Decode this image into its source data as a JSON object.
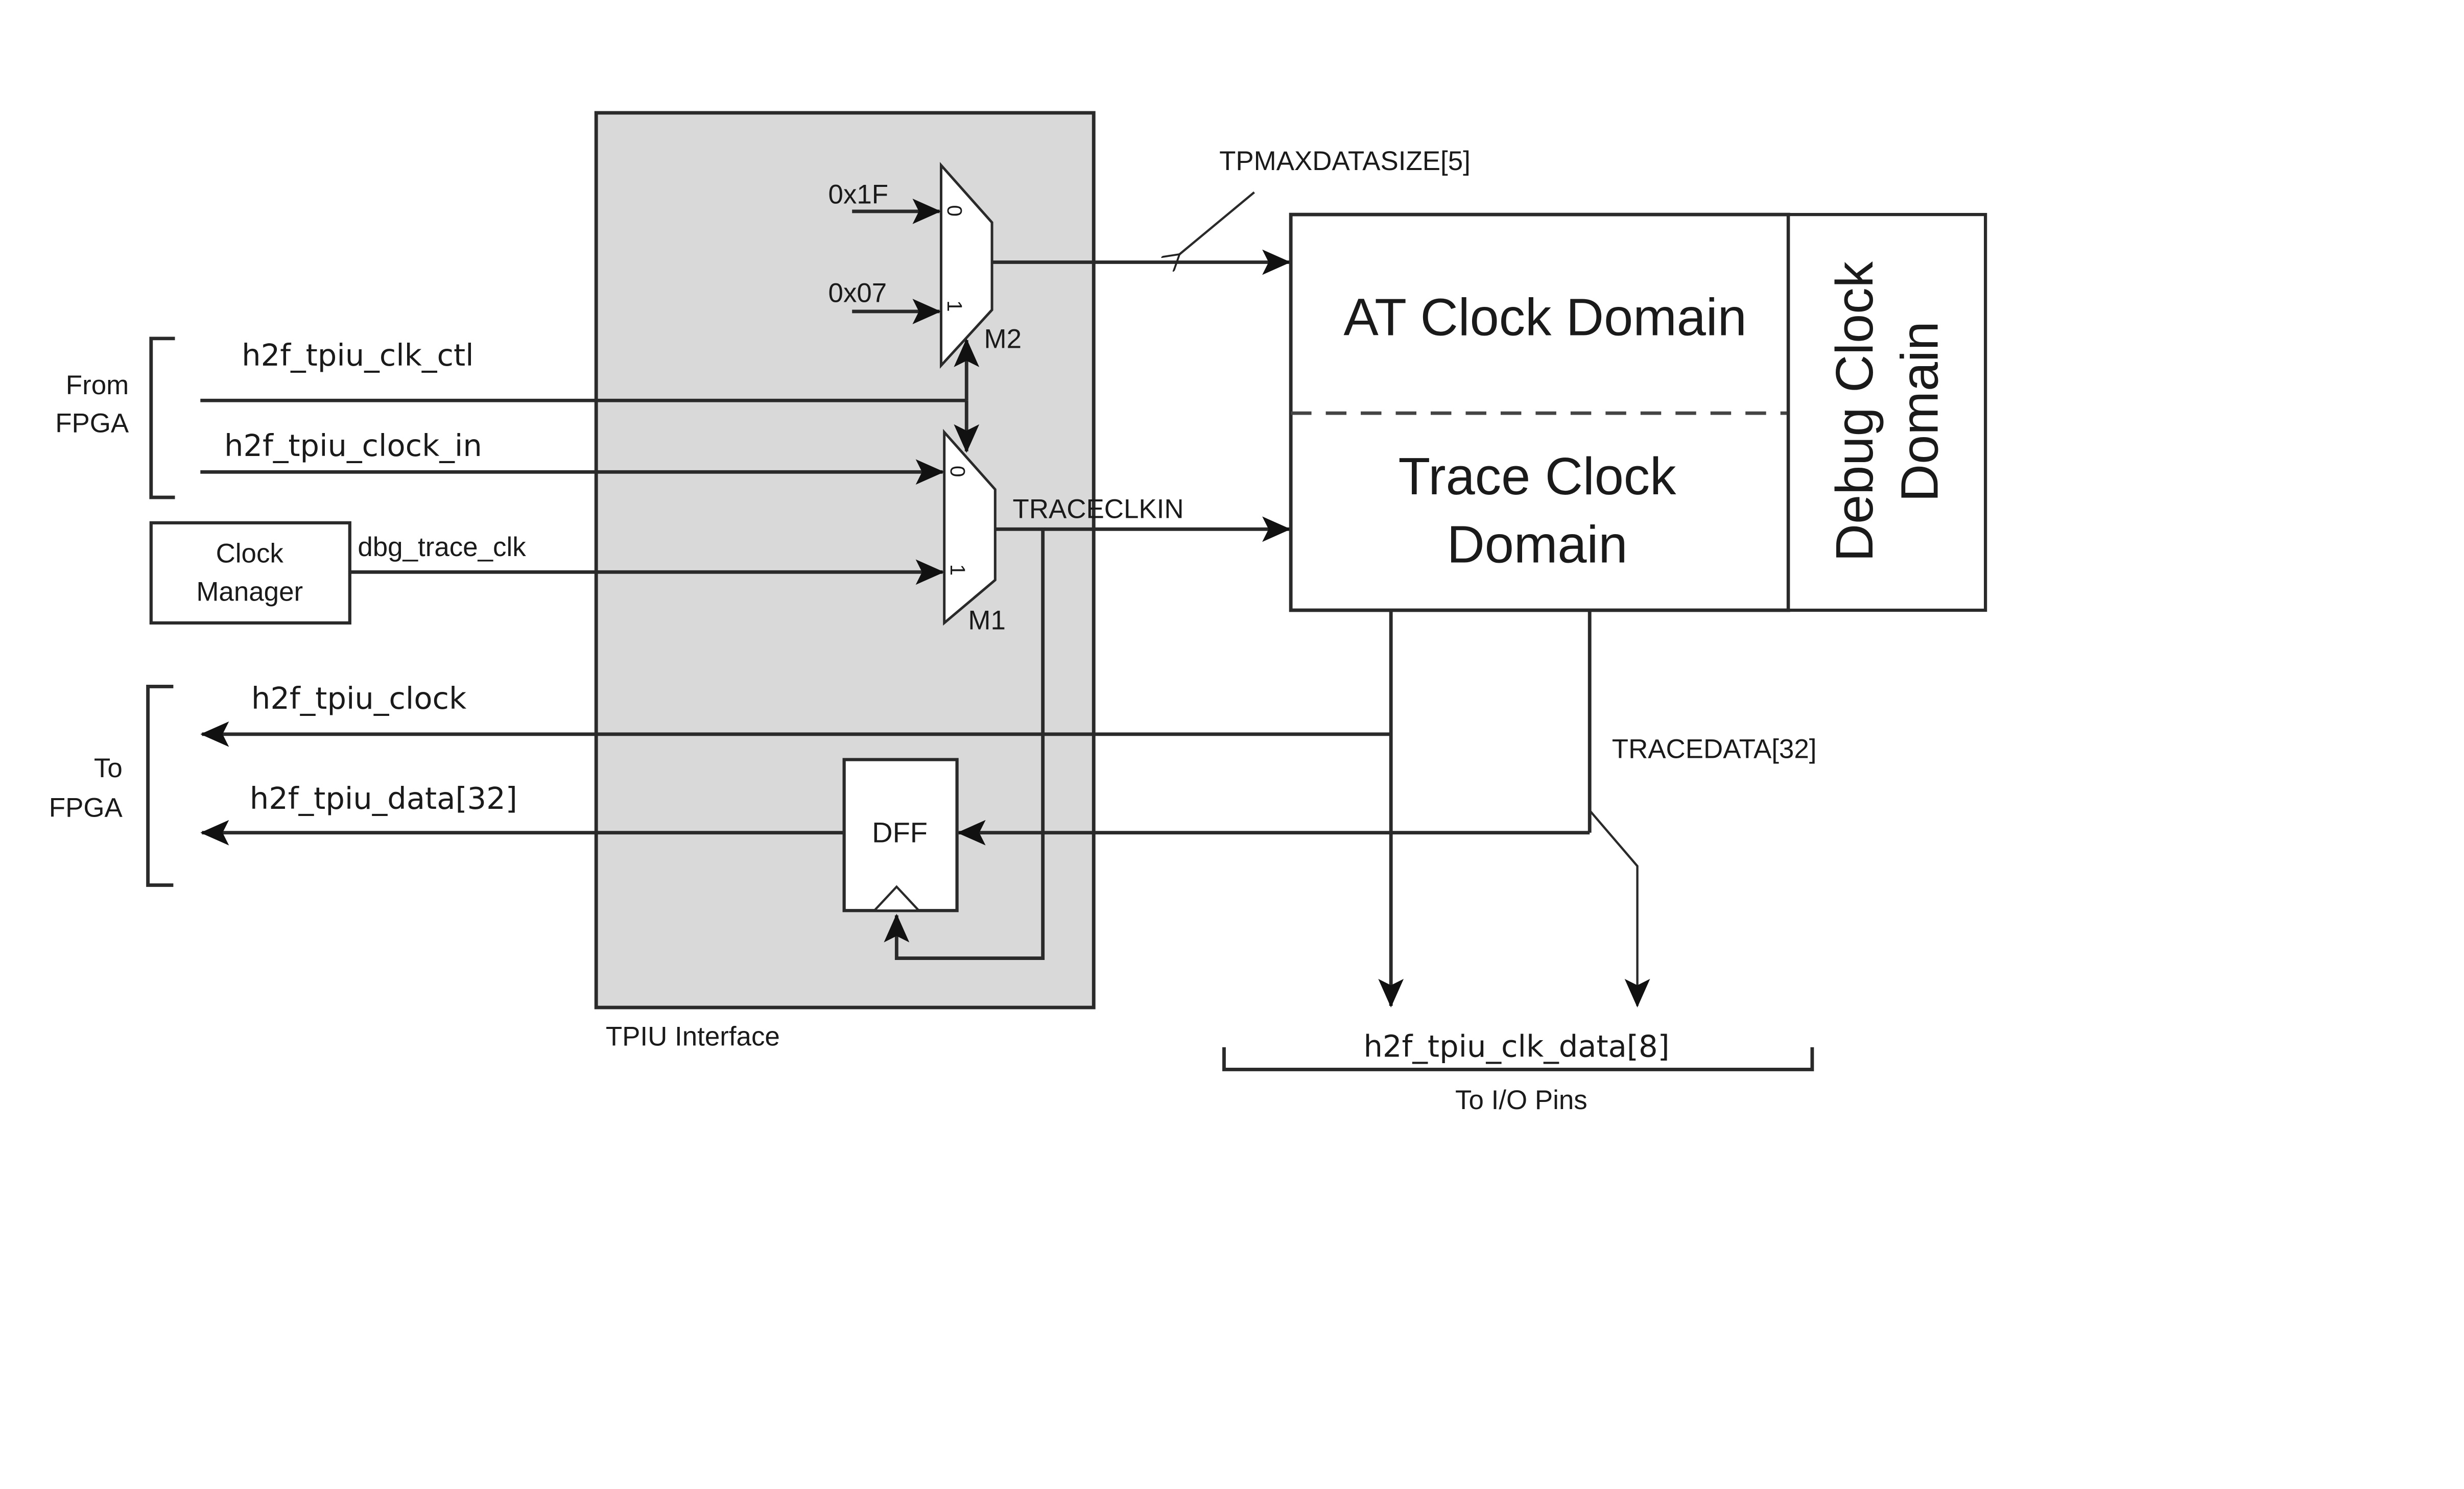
{
  "diagram": {
    "tpiu_block": {
      "label": "TPIU Interface",
      "fill": "#d9d9d9"
    },
    "mux_m2": {
      "name": "M2",
      "input0": "0x1F",
      "input1": "0x07",
      "sel0": "0",
      "sel1": "1"
    },
    "mux_m1": {
      "name": "M1",
      "sel0": "0",
      "sel1": "1"
    },
    "domains": {
      "at": "AT Clock Domain",
      "trace_line1": "Trace Clock",
      "trace_line2": "Domain",
      "debug_line1": "Debug Clock",
      "debug_line2": "Domain"
    },
    "signals": {
      "tpmaxdatasize": "TPMAXDATASIZE[5]",
      "traceclkin": "TRACECLKIN",
      "tracedata": "TRACEDATA[32]",
      "clk_ctl": "h2f_tpiu_clk_ctl",
      "clock_in": "h2f_tpiu_clock_in",
      "dbg_trace_clk": "dbg_trace_clk",
      "tpiu_clock": "h2f_tpiu_clock",
      "tpiu_data": "h2f_tpiu_data[32]",
      "clk_data": "h2f_tpiu_clk_data[8]"
    },
    "groups": {
      "from_fpga_1": "From",
      "from_fpga_2": "FPGA",
      "to_fpga_1": "To",
      "to_fpga_2": "FPGA",
      "io_pins": "To I/O Pins"
    },
    "blocks": {
      "clock_manager_1": "Clock",
      "clock_manager_2": "Manager",
      "dff": "DFF"
    }
  }
}
